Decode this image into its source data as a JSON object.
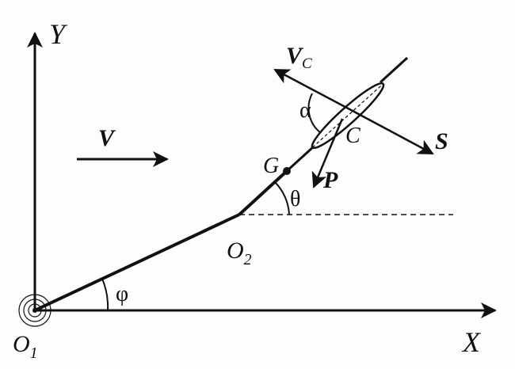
{
  "labels": {
    "y_axis": "Y",
    "x_axis": "X",
    "origin1_main": "O",
    "origin1_sub": "1",
    "origin2_main": "O",
    "origin2_sub": "2",
    "angle_phi": "φ",
    "angle_theta": "θ",
    "angle_alpha": "α",
    "point_g": "G",
    "point_c": "C",
    "wind_v": "V",
    "vc_main": "V",
    "vc_sub": "C",
    "force_s": "S",
    "force_p": "P"
  },
  "colors": {
    "ink": "#111111",
    "background": "#fdfdfd"
  }
}
